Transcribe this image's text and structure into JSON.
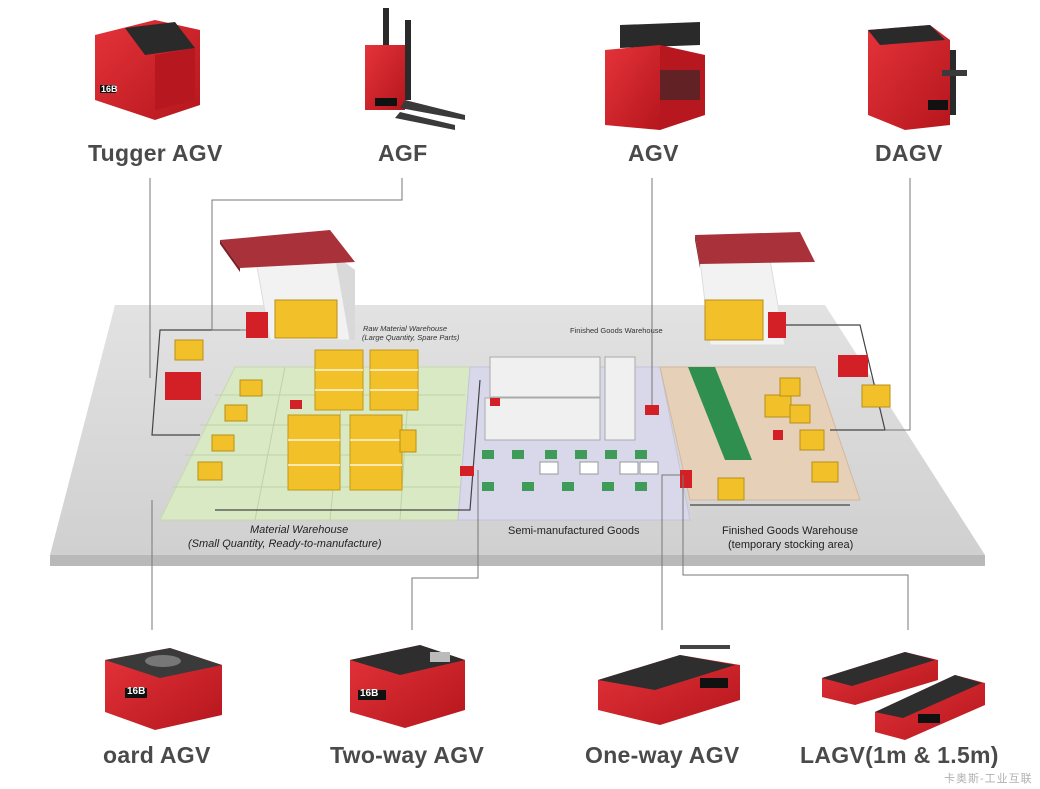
{
  "robots": {
    "tugger_agv": "Tugger AGV",
    "agf": "AGF",
    "agv": "AGV",
    "dagv": "DAGV",
    "board_agv": "oard AGV",
    "two_way_agv": "Two-way AGV",
    "one_way_agv": "One-way AGV",
    "lagv": "LAGV(1m & 1.5m)"
  },
  "brand_mark": "16B",
  "zones": {
    "raw_material_title": "Raw Material Warehouse",
    "raw_material_sub": "(Large Quantity, Spare Parts)",
    "finished_goods_top": "Finished Goods Warehouse",
    "material_title": "Material Warehouse",
    "material_sub": "(Small Quantity, Ready-to-manufacture)",
    "semi_manufactured": "Semi-manufactured Goods",
    "finished_goods_title": "Finished Goods Warehouse",
    "finished_goods_sub": "(temporary stocking area)"
  },
  "colors": {
    "robot_red": "#d32026",
    "roof_red": "#a8313a",
    "zone_green": "#d9e9c4",
    "zone_lavender": "#d8d8ea",
    "zone_tan": "#e6d0b8",
    "crate_yellow": "#f2c029",
    "floor_grey": "#d4d4d4"
  },
  "watermark": "卡奥斯-工业互联"
}
